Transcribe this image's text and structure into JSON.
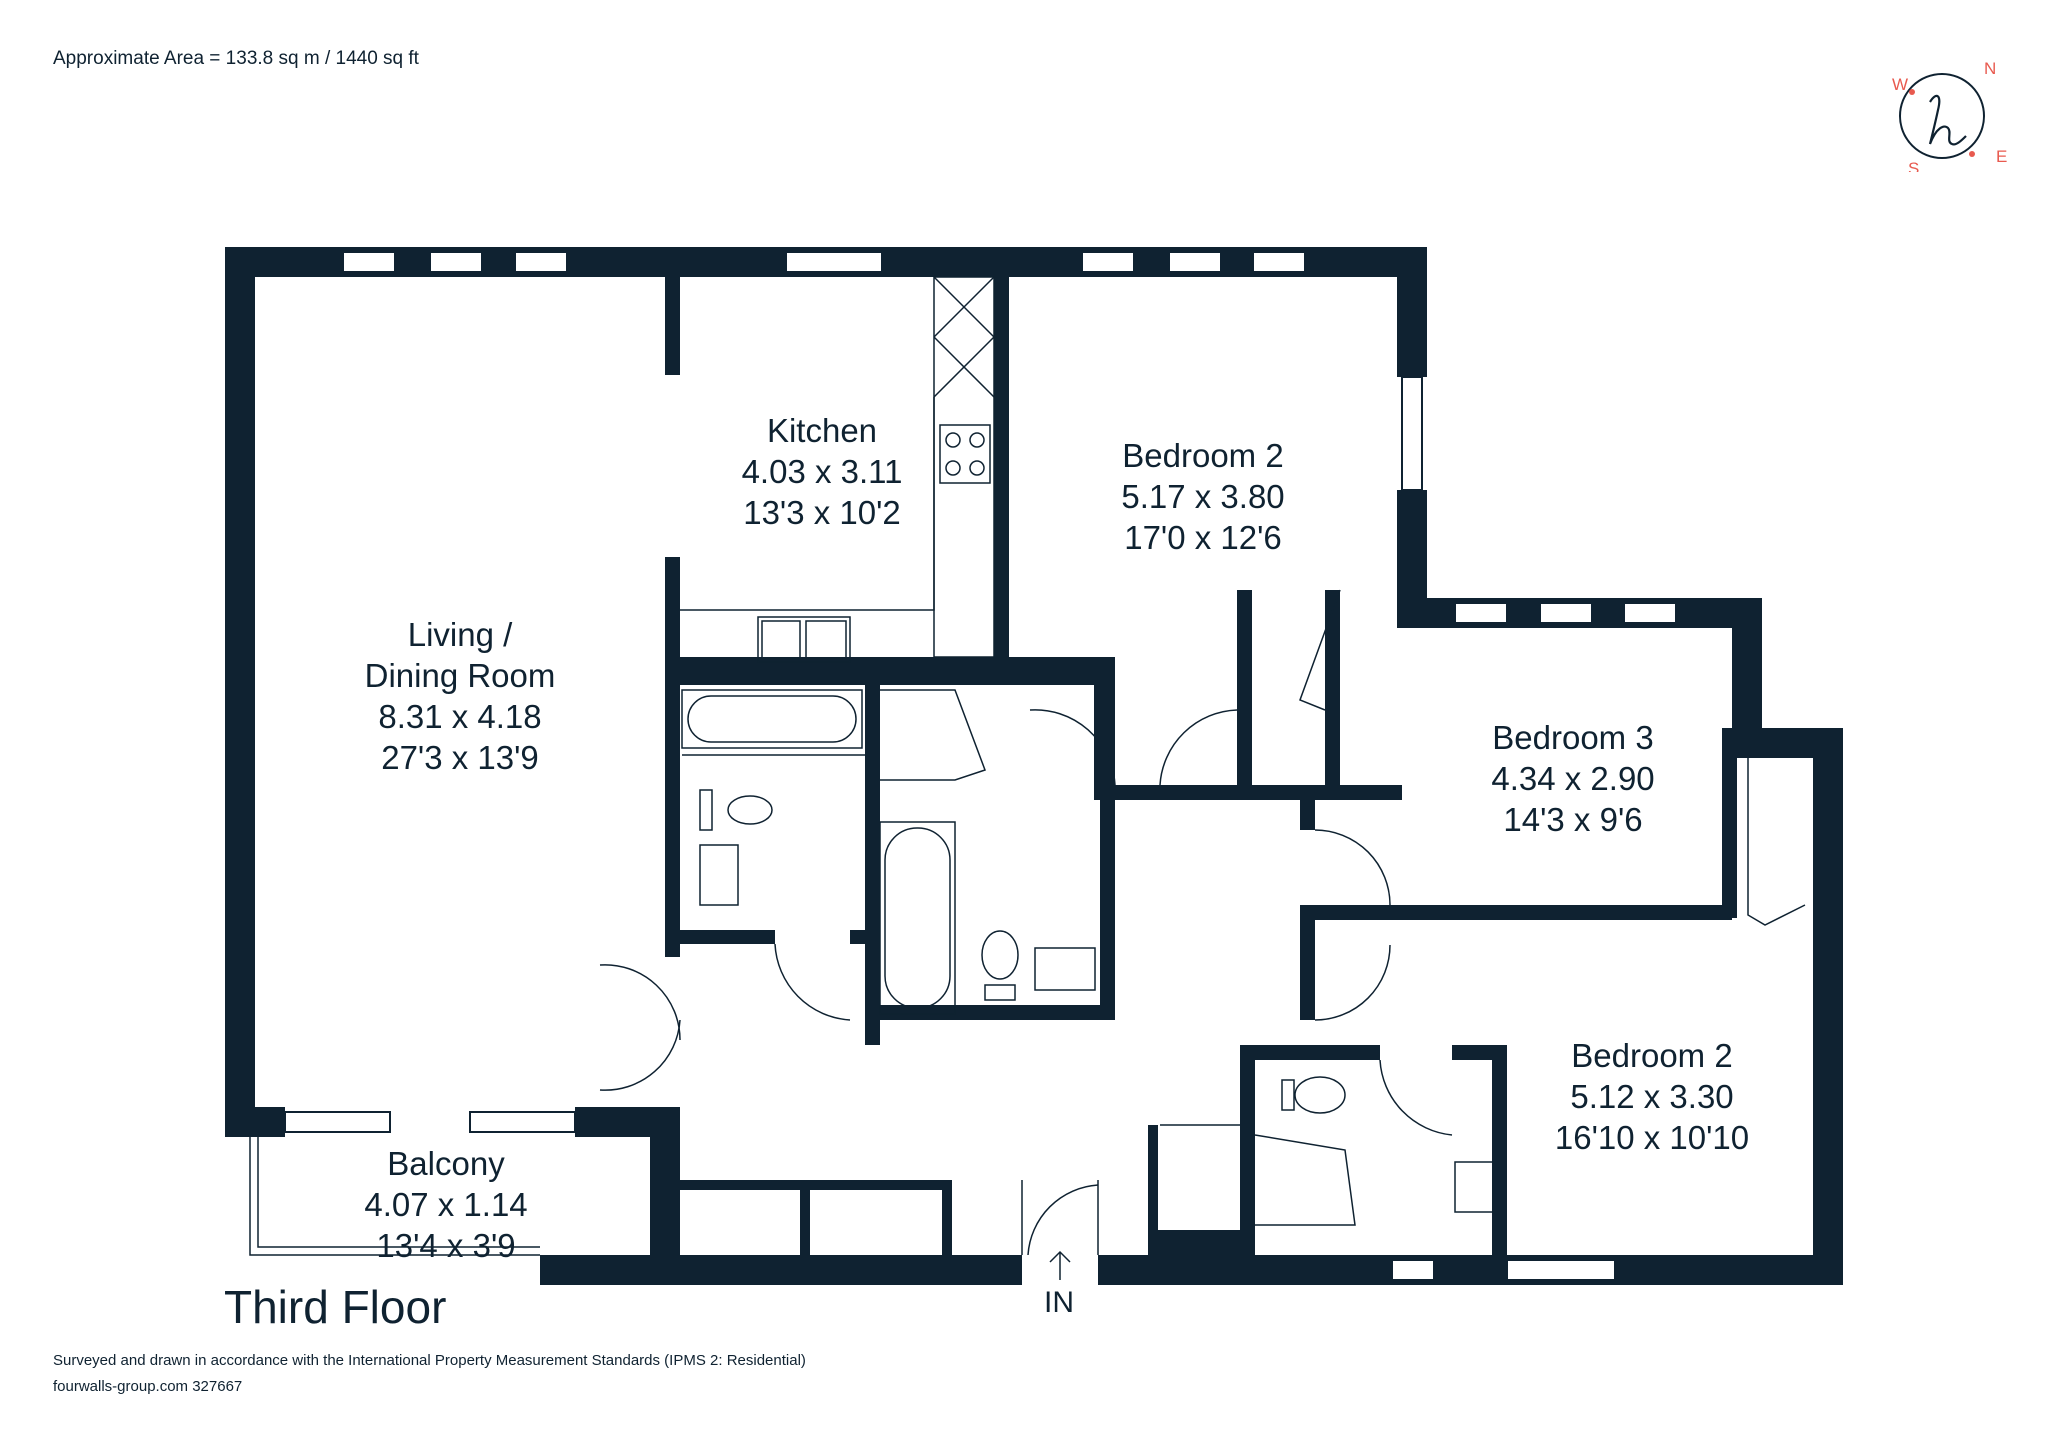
{
  "header": {
    "area": "Approximate Area = 133.8 sq m / 1440 sq ft"
  },
  "compass": {
    "n": "N",
    "e": "E",
    "s": "S",
    "w": "W",
    "logo_letter": "h",
    "accent": "#e85a4f"
  },
  "rooms": {
    "living": {
      "name": "Living /",
      "name2": "Dining Room",
      "metric": "8.31 x 4.18",
      "imperial": "27'3 x 13'9"
    },
    "kitchen": {
      "name": "Kitchen",
      "metric": "4.03 x 3.11",
      "imperial": "13'3 x 10'2"
    },
    "bedroom2a": {
      "name": "Bedroom 2",
      "metric": "5.17 x 3.80",
      "imperial": "17'0 x 12'6"
    },
    "bedroom3": {
      "name": "Bedroom 3",
      "metric": "4.34 x 2.90",
      "imperial": "14'3 x 9'6"
    },
    "bedroom2b": {
      "name": "Bedroom 2",
      "metric": "5.12 x 3.30",
      "imperial": "16'10 x 10'10"
    },
    "balcony": {
      "name": "Balcony",
      "metric": "4.07 x 1.14",
      "imperial": "13'4 x 3'9"
    }
  },
  "entrance": "IN",
  "floor": "Third Floor",
  "footer": {
    "line1": "Surveyed and drawn in accordance with the International Property Measurement Standards (IPMS 2: Residential)",
    "line2": "fourwalls-group.com 327667"
  },
  "colors": {
    "wall": "#0f2231",
    "accent": "#e85a4f"
  }
}
